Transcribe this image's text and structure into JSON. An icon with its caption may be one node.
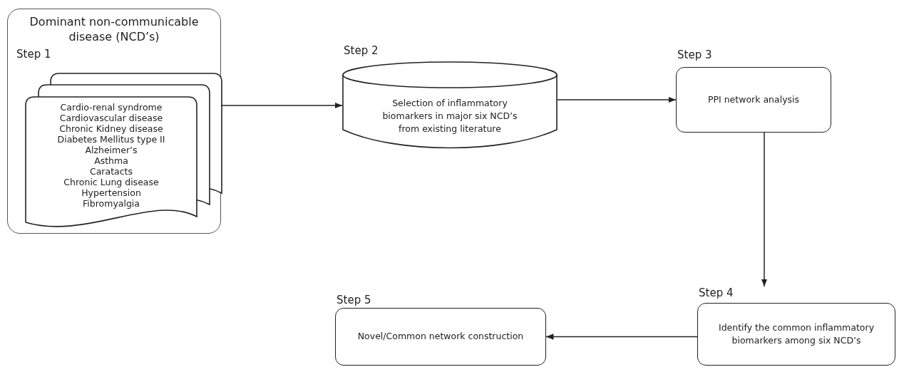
{
  "diagram": {
    "nodes": [
      {
        "text": [
          "Dominant non-communicable disease (NCD’s)",
          "Step 1"
        ]
      },
      {
        "text": [
          "Cardio-renal syndrome",
          "Cardiovascular disease",
          "Chronic Kidney disease",
          "Diabetes Mellitus type II",
          "Alzheimer’s",
          "Asthma",
          "Caratacts",
          "Chronic Lung disease",
          "Hypertension",
          "Fibromyalgia"
        ],
        "in": 0
      },
      {
        "text": [
          "Step 2",
          "Selection of inflammatory biomarkers in major six NCD’s from existing literature"
        ]
      },
      {
        "text": [
          "Step 3",
          "PPI network analysis"
        ]
      },
      {
        "text": [
          "Step 4",
          "Identify the common inflammatory biomarkers among six NCD’s"
        ]
      },
      {
        "text": [
          "Step 5",
          "Novel/Common network construction"
        ]
      }
    ],
    "edges": [
      {
        "from": 0,
        "to": 2,
        "arrow": "to"
      },
      {
        "from": 2,
        "to": 3,
        "arrow": "to"
      },
      {
        "from": 3,
        "to": 4,
        "arrow": "to"
      },
      {
        "from": 4,
        "to": 5,
        "arrow": "to"
      }
    ]
  }
}
